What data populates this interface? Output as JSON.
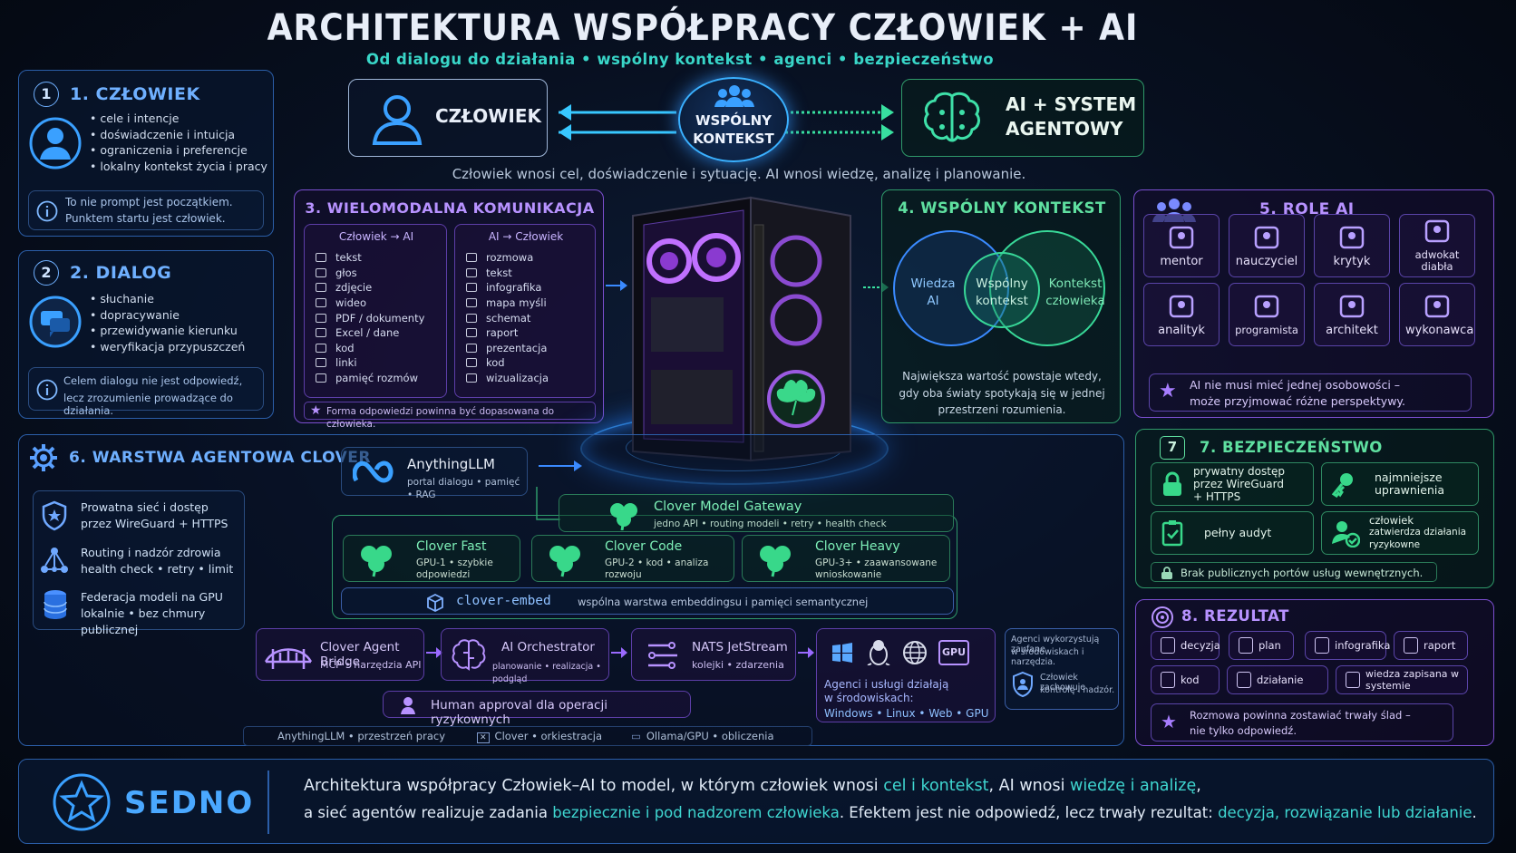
{
  "title": "ARCHITEKTURA WSPÓŁPRACY CZŁOWIEK + AI",
  "subtitle": "Od dialogu do działania  •  wspólny kontekst  •  agenci  •  bezpieczeństwo",
  "top": {
    "human": "CZŁOWIEK",
    "shared": [
      "WSPÓLNY",
      "KONTEKST"
    ],
    "ai": [
      "AI + SYSTEM",
      "AGENTOWY"
    ],
    "caption": "Człowiek wnosi cel, doświadczenie i sytuację. AI wnosi wiedzę, analizę i planowanie."
  },
  "s1": {
    "num": "1",
    "title": "1. CZŁOWIEK",
    "items": [
      "cele i intencje",
      "doświadczenie i intuicja",
      "ograniczenia i preferencje",
      "lokalny kontekst życia i pracy"
    ],
    "note": [
      "To nie prompt jest początkiem.",
      "Punktem startu jest człowiek."
    ]
  },
  "s2": {
    "num": "2",
    "title": "2. DIALOG",
    "items": [
      "słuchanie",
      "dopracywanie",
      "przewidywanie kierunku",
      "weryfikacja przypuszczeń"
    ],
    "note": [
      "Celem dialogu nie jest odpowiedź,",
      "lecz zrozumienie prowadzące do działania."
    ]
  },
  "s3": {
    "title": "3. WIELOMODALNA KOMUNIKACJA",
    "left_head": "Człowiek → AI",
    "left": [
      "tekst",
      "głos",
      "zdjęcie",
      "wideo",
      "PDF / dokumenty",
      "Excel / dane",
      "kod",
      "linki",
      "pamięć rozmów"
    ],
    "right_head": "AI → Człowiek",
    "right": [
      "rozmowa",
      "tekst",
      "infografika",
      "mapa myśli",
      "schemat",
      "raport",
      "prezentacja",
      "kod",
      "wizualizacja"
    ],
    "note": "Forma odpowiedzi powinna być dopasowana do człowieka."
  },
  "s4": {
    "title": "4. WSPÓLNY KONTEKST",
    "left": [
      "Wiedza",
      "AI"
    ],
    "center": [
      "Wspólny",
      "kontekst"
    ],
    "right": [
      "Kontekst",
      "człowieka"
    ],
    "note": [
      "Największa wartość powstaje wtedy,",
      "gdy oba światy spotykają się w jednej",
      "przestrzeni rozumienia."
    ]
  },
  "s5": {
    "title": "5. ROLE AI",
    "roles": [
      "mentor",
      "nauczyciel",
      "krytyk",
      "adwokat diabła",
      "analityk",
      "programista",
      "architekt",
      "wykonawca"
    ],
    "note": [
      "AI nie musi mieć jednej osobowości –",
      "może przyjmować różne perspektywy."
    ]
  },
  "s6": {
    "title": "6. WARSTWA AGENTOWA CLOVER",
    "side": [
      [
        "Prowatna sieć i dostęp",
        "przez WireGuard + HTTPS"
      ],
      [
        "Routing i nadzór zdrowia",
        "health check  •  retry  •  limit"
      ],
      [
        "Federacja modeli na GPU",
        "lokalnie  •  bez chmury publicznej"
      ]
    ],
    "anything": {
      "name": "AnythingLLM",
      "sub": "portal dialogu • pamięć • RAG"
    },
    "gateway": {
      "name": "Clover Model Gateway",
      "sub": "jedno API • routing modeli • retry • health check"
    },
    "models": [
      {
        "name": "Clover Fast",
        "sub": [
          "GPU-1  •  szybkie",
          "odpowiedzi"
        ]
      },
      {
        "name": "Clover Code",
        "sub": [
          "GPU-2  •  kod  •  analiza",
          "rozwoju"
        ]
      },
      {
        "name": "Clover Heavy",
        "sub": [
          "GPU-3+  •  zaawansowane",
          "wnioskowanie"
        ]
      }
    ],
    "embed": {
      "name": "clover-embed",
      "sub": "wspólna warstwa embeddingsu i pamięci semantycznej"
    },
    "bridge": {
      "name": "Clover Agent Bridge",
      "sub": "MCP • narzędzia API"
    },
    "orch": {
      "name": "AI Orchestrator",
      "sub": "planowanie • realizacja • podgląd"
    },
    "nats": {
      "name": "NATS JetStream",
      "sub": "kolejki  •  zdarzenia"
    },
    "envs": {
      "gpu": "GPU",
      "line1": "Agenci i usługi działają",
      "line2": "w środowiskach:",
      "list": "Windows  •  Linux  •  Web  •  GPU"
    },
    "trust": {
      "top": [
        "Agenci wykorzystują zaufane",
        "w środowiskach i narzędzia."
      ],
      "bottom": [
        "Człowiek zachowuje",
        "kontrolę i nadzór."
      ]
    },
    "approval": "Human approval dla operacji ryzykownych",
    "footer": [
      "AnythingLLM  •  przestrzeń pracy",
      "Clover  •  orkiestracja",
      "Ollama/GPU  •  obliczenia"
    ]
  },
  "s7": {
    "num": "7",
    "title": "7. BEZPIECZEŃSTWO",
    "items": [
      [
        "prywatny dostęp",
        "przez WireGuard",
        "+ HTTPS"
      ],
      [
        "najmniejsze",
        "uprawnienia"
      ],
      [
        "pełny audyt"
      ],
      [
        "człowiek",
        "zatwierdza działania",
        "ryzykowne"
      ]
    ],
    "note": "Brak publicznych portów usług wewnętrznych."
  },
  "s8": {
    "title": "8. REZULTAT",
    "items": [
      "decyzja",
      "plan",
      "infografika",
      "raport",
      "kod",
      "działanie",
      "wiedza zapisana w systemie"
    ],
    "note": [
      "Rozmowa powinna zostawiać trwały ślad –",
      "nie tylko odpowiedź."
    ]
  },
  "sedno": {
    "label": "SEDNO",
    "l1a": "Architektura współpracy Człowiek–AI to model, w którym człowiek wnosi ",
    "l1b": "cel i kontekst",
    "l1c": ", AI wnosi ",
    "l1d": "wiedzę i analizę",
    "l1e": ",",
    "l2a": "a sieć agentów realizuje zadania ",
    "l2b": "bezpiecznie i pod nadzorem człowieka",
    "l2c": ". Efektem jest nie odpowiedź, lecz trwały rezultat: ",
    "l2d": "decyzja, rozwiązanie lub działanie",
    "l2e": "."
  },
  "colors": {
    "blue": "#6fb0ff",
    "purple": "#b792ff",
    "green": "#5fe0a0",
    "bg": "#050b16"
  }
}
